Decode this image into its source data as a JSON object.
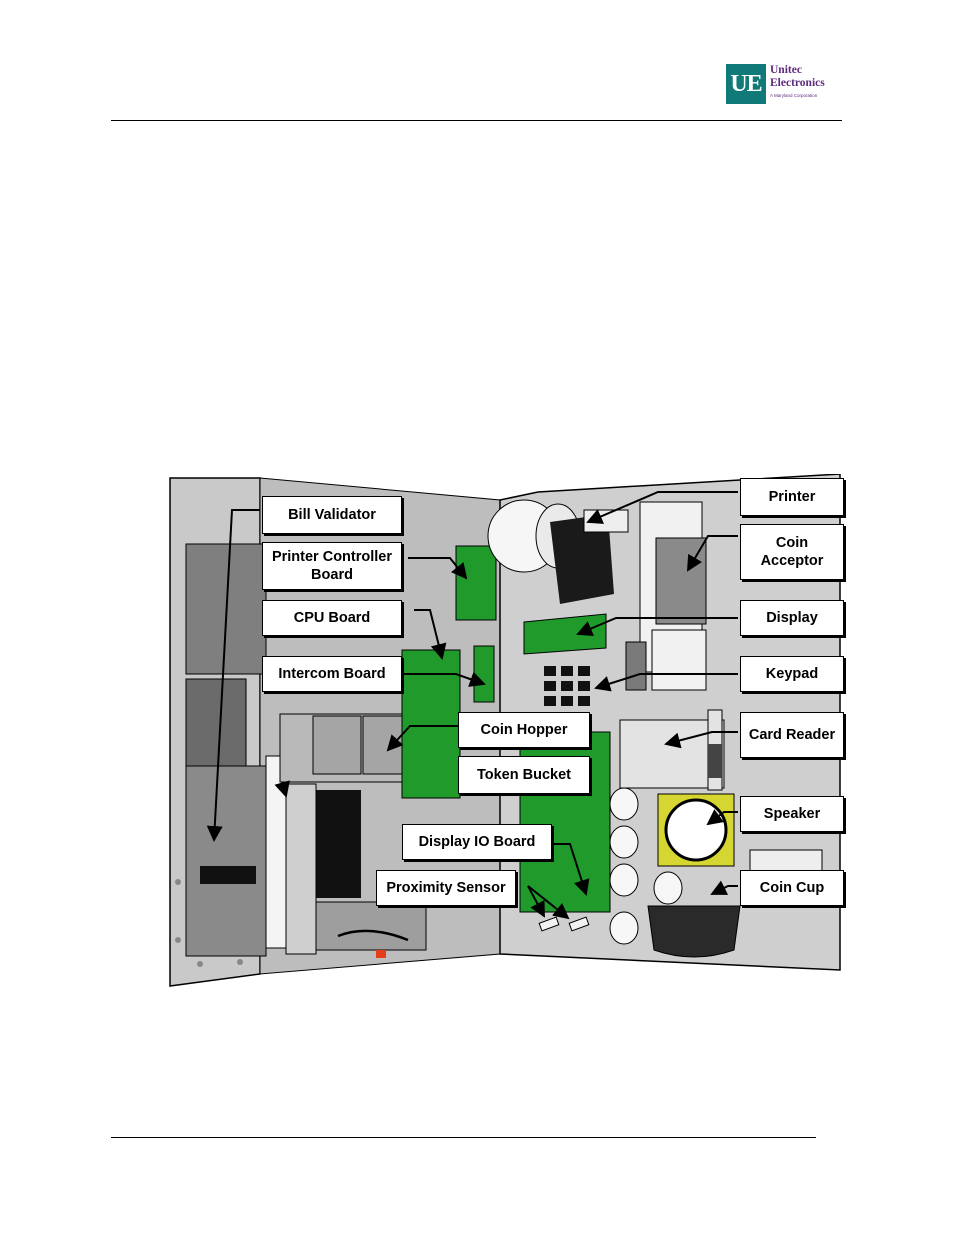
{
  "logo": {
    "mark": "UE",
    "name_line1": "Unitec",
    "name_line2": "Electronics",
    "tagline": "A Maryland Corporation"
  },
  "colors": {
    "logo_teal": "#0f7a78",
    "logo_purple": "#5e2a7e",
    "board_green": "#1f9a2b",
    "panel_gray": "#c8c8c8",
    "speaker_yellow": "#d6d633"
  },
  "labels": {
    "printer": "Printer",
    "bill_validator": "Bill Validator",
    "coin_acceptor_1": "Coin",
    "coin_acceptor_2": "Acceptor",
    "printer_controller_1": "Printer Controller",
    "printer_controller_2": "Board",
    "cpu_board": "CPU Board",
    "display": "Display",
    "intercom_board": "Intercom Board",
    "keypad": "Keypad",
    "coin_hopper": "Coin Hopper",
    "card_reader": "Card Reader",
    "token_bucket": "Token Bucket",
    "speaker": "Speaker",
    "display_io_board": "Display IO Board",
    "proximity_sensor": "Proximity Sensor",
    "coin_cup": "Coin Cup"
  }
}
